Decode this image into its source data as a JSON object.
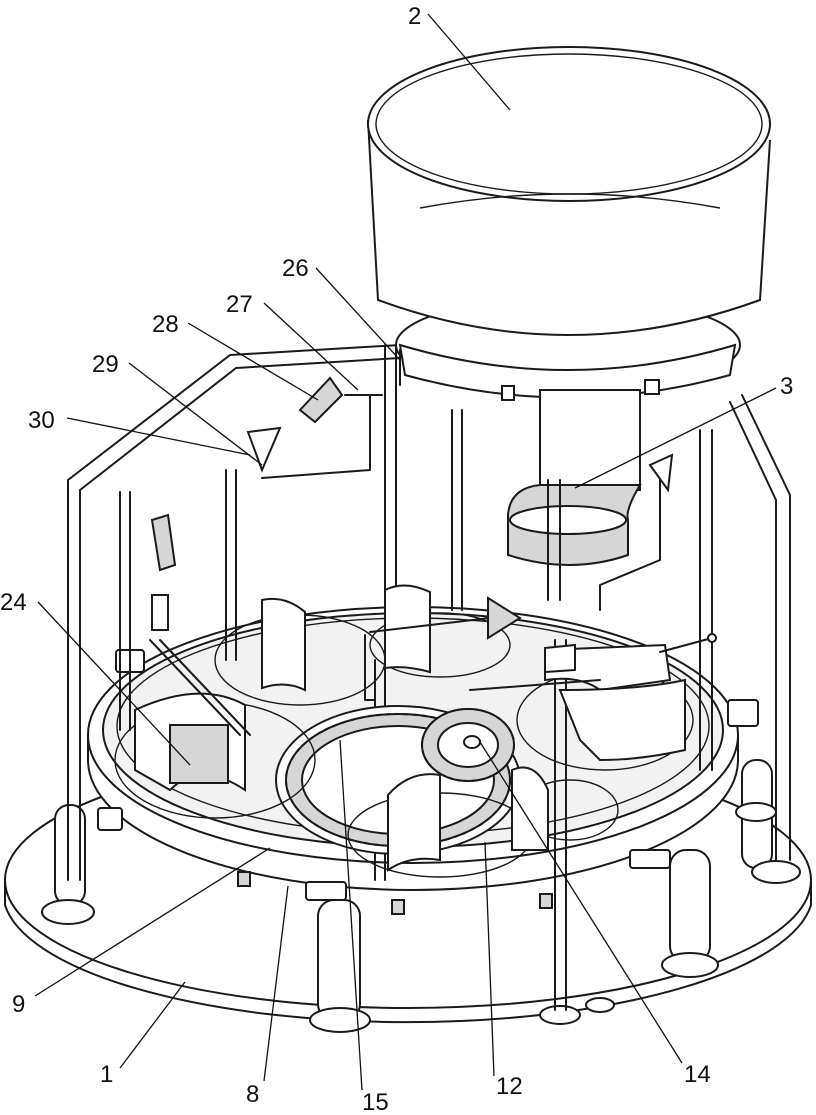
{
  "labels": {
    "l2": "2",
    "l3": "3",
    "l26": "26",
    "l27": "27",
    "l28": "28",
    "l29": "29",
    "l30": "30",
    "l24": "24",
    "l9": "9",
    "l1": "1",
    "l8": "8",
    "l15": "15",
    "l12": "12",
    "l14": "14"
  }
}
